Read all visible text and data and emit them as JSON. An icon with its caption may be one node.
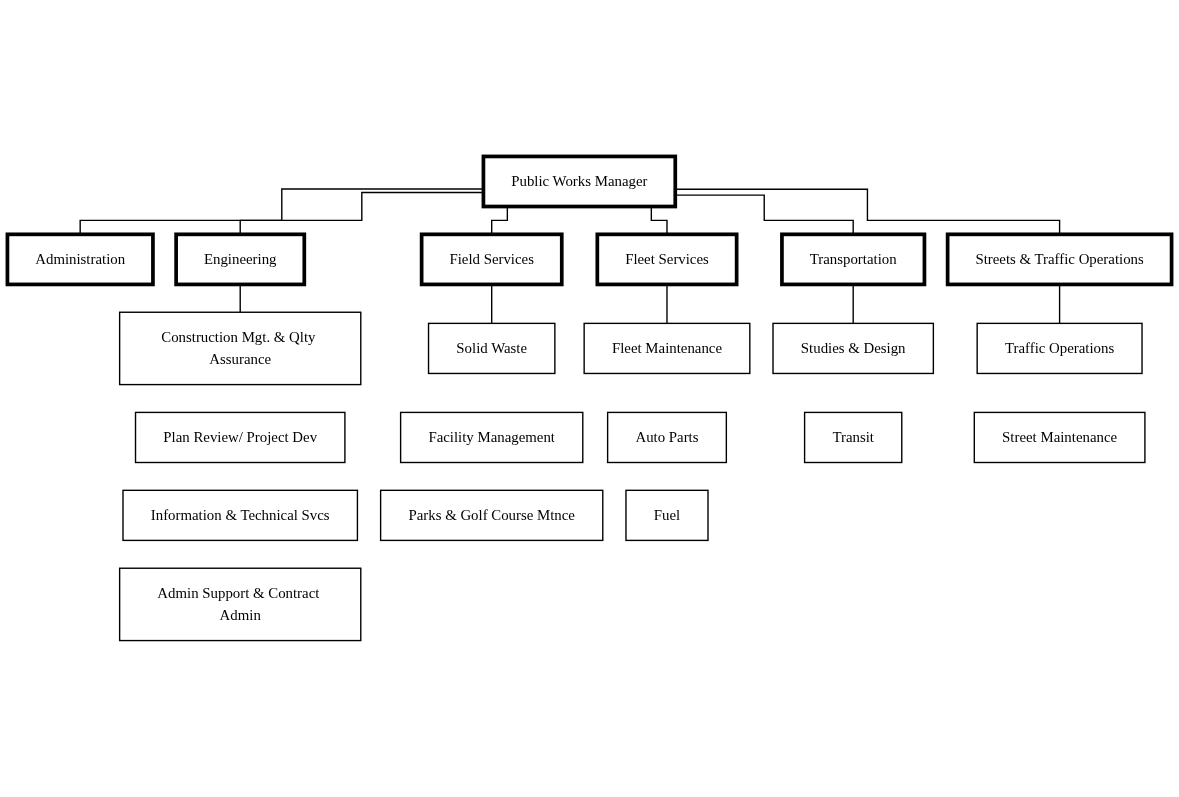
{
  "diagram": {
    "nodes": [
      {
        "text": [
          "Public Works Manager"
        ]
      },
      {
        "text": [
          "Administration"
        ]
      },
      {
        "text": [
          "Engineering"
        ]
      },
      {
        "text": [
          "Field Services"
        ]
      },
      {
        "text": [
          "Fleet Services"
        ]
      },
      {
        "text": [
          "Transportation"
        ]
      },
      {
        "text": [
          "Streets & Traffic Operations"
        ]
      },
      {
        "text": [
          "Construction Mgt. & Qlty Assurance"
        ]
      },
      {
        "text": [
          "Plan Review/ Project Dev"
        ]
      },
      {
        "text": [
          "Information & Technical Svcs"
        ]
      },
      {
        "text": [
          "Admin Support & Contract Admin"
        ]
      },
      {
        "text": [
          "Solid Waste"
        ]
      },
      {
        "text": [
          "Facility Management"
        ]
      },
      {
        "text": [
          "Parks & Golf Course Mtnce"
        ]
      },
      {
        "text": [
          "Fleet Maintenance"
        ]
      },
      {
        "text": [
          "Auto Parts"
        ]
      },
      {
        "text": [
          "Fuel"
        ]
      },
      {
        "text": [
          "Studies & Design"
        ]
      },
      {
        "text": [
          "Transit"
        ]
      },
      {
        "text": [
          "Traffic Operations"
        ]
      },
      {
        "text": [
          "Street Maintenance"
        ]
      }
    ],
    "edges": [
      {
        "from": 0,
        "to": 1,
        "arrow": "none"
      },
      {
        "from": 0,
        "to": 2,
        "arrow": "none"
      },
      {
        "from": 0,
        "to": 3,
        "arrow": "none"
      },
      {
        "from": 0,
        "to": 4,
        "arrow": "none"
      },
      {
        "from": 0,
        "to": 5,
        "arrow": "none"
      },
      {
        "from": 0,
        "to": 6,
        "arrow": "none"
      },
      {
        "from": 2,
        "to": 7,
        "arrow": "none"
      },
      {
        "from": 3,
        "to": 11,
        "arrow": "none"
      },
      {
        "from": 4,
        "to": 14,
        "arrow": "none"
      },
      {
        "from": 5,
        "to": 17,
        "arrow": "none"
      },
      {
        "from": 6,
        "to": 19,
        "arrow": "none"
      }
    ]
  }
}
